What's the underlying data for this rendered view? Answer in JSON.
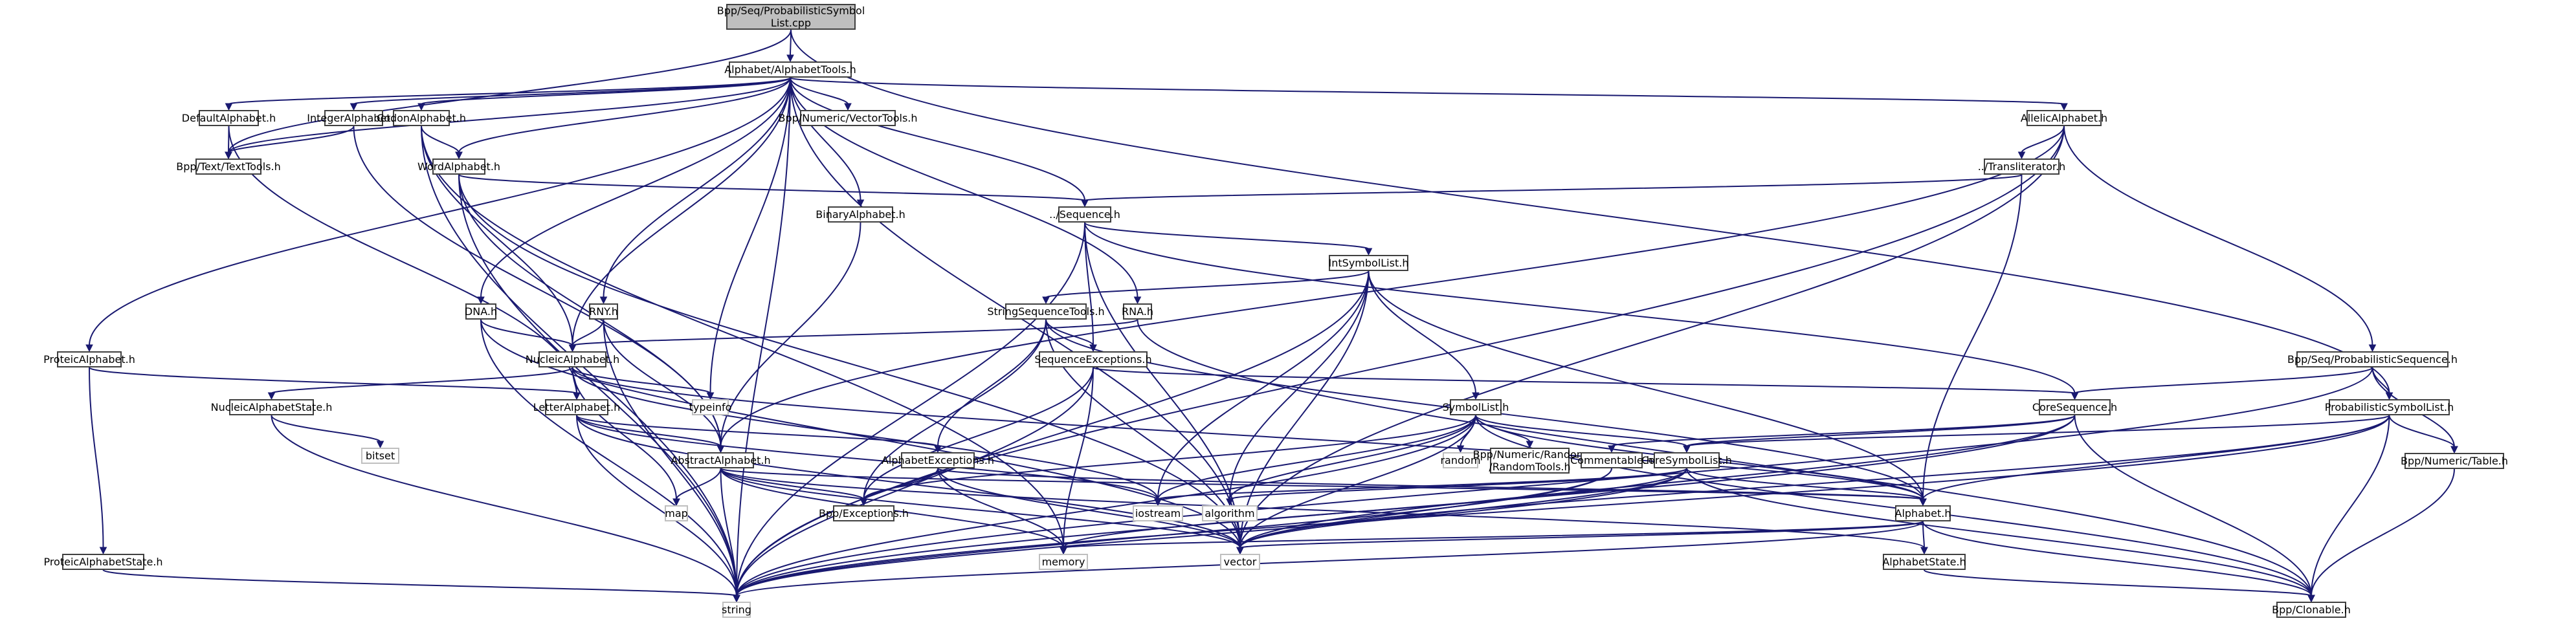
{
  "graph": {
    "title": "Include dependency graph for ProbabilisticSymbolList.cpp",
    "colors": {
      "edge": "#191970",
      "root_fill": "#bfbfbf",
      "node_border": "#404040",
      "system_border": "#bfbfbf"
    },
    "nodes": [
      {
        "id": "root",
        "label": "Bpp/Seq/ProbabilisticSymbol\nList.cpp",
        "kind": "root"
      },
      {
        "id": "alphabettools",
        "label": "Alphabet/AlphabetTools.h",
        "kind": "header"
      },
      {
        "id": "defaultalphabet",
        "label": "DefaultAlphabet.h",
        "kind": "header"
      },
      {
        "id": "integeralphabet",
        "label": "IntegerAlphabet.h",
        "kind": "header"
      },
      {
        "id": "codonalphabet",
        "label": "CodonAlphabet.h",
        "kind": "header"
      },
      {
        "id": "vectortools",
        "label": "Bpp/Numeric/VectorTools.h",
        "kind": "header"
      },
      {
        "id": "allelicalphabet",
        "label": "AllelicAlphabet.h",
        "kind": "header"
      },
      {
        "id": "texttools",
        "label": "Bpp/Text/TextTools.h",
        "kind": "header"
      },
      {
        "id": "wordalphabet",
        "label": "WordAlphabet.h",
        "kind": "header"
      },
      {
        "id": "transliterator",
        "label": "../Transliterator.h",
        "kind": "header"
      },
      {
        "id": "binaryalphabet",
        "label": "BinaryAlphabet.h",
        "kind": "header"
      },
      {
        "id": "sequence",
        "label": "../Sequence.h",
        "kind": "header"
      },
      {
        "id": "intsymbollist",
        "label": "IntSymbolList.h",
        "kind": "header"
      },
      {
        "id": "dna",
        "label": "DNA.h",
        "kind": "header"
      },
      {
        "id": "rny",
        "label": "RNY.h",
        "kind": "header"
      },
      {
        "id": "stringsequencetools",
        "label": "StringSequenceTools.h",
        "kind": "header"
      },
      {
        "id": "rna",
        "label": "RNA.h",
        "kind": "header"
      },
      {
        "id": "proteicalphabet",
        "label": "ProteicAlphabet.h",
        "kind": "header"
      },
      {
        "id": "nucleicalphabet",
        "label": "NucleicAlphabet.h",
        "kind": "header"
      },
      {
        "id": "sequenceexceptions",
        "label": "SequenceExceptions.h",
        "kind": "header"
      },
      {
        "id": "probabilisticsequence",
        "label": "Bpp/Seq/ProbabilisticSequence.h",
        "kind": "header"
      },
      {
        "id": "typeinfo",
        "label": "typeinfo",
        "kind": "system"
      },
      {
        "id": "nucleicalphabetstate",
        "label": "NucleicAlphabetState.h",
        "kind": "header"
      },
      {
        "id": "letteralphabet",
        "label": "LetterAlphabet.h",
        "kind": "header"
      },
      {
        "id": "coresequence",
        "label": "CoreSequence.h",
        "kind": "header"
      },
      {
        "id": "symbollist",
        "label": "SymbolList.h",
        "kind": "header"
      },
      {
        "id": "probabilisticsymbollist",
        "label": "ProbabilisticSymbolList.h",
        "kind": "header"
      },
      {
        "id": "bitset",
        "label": "bitset",
        "kind": "system"
      },
      {
        "id": "abstractalphabet",
        "label": "AbstractAlphabet.h",
        "kind": "header"
      },
      {
        "id": "alphabetexceptions",
        "label": "AlphabetExceptions.h",
        "kind": "header"
      },
      {
        "id": "random",
        "label": "random",
        "kind": "system"
      },
      {
        "id": "randomtools",
        "label": "Bpp/Numeric/Random\n/RandomTools.h",
        "kind": "header"
      },
      {
        "id": "commentable",
        "label": "Commentable.h",
        "kind": "header"
      },
      {
        "id": "coresymbollist",
        "label": "CoreSymbolList.h",
        "kind": "header"
      },
      {
        "id": "table",
        "label": "Bpp/Numeric/Table.h",
        "kind": "header"
      },
      {
        "id": "map",
        "label": "map",
        "kind": "system"
      },
      {
        "id": "exceptions",
        "label": "Bpp/Exceptions.h",
        "kind": "header"
      },
      {
        "id": "iostream",
        "label": "iostream",
        "kind": "system"
      },
      {
        "id": "algorithm",
        "label": "algorithm",
        "kind": "system"
      },
      {
        "id": "alphabet",
        "label": "Alphabet.h",
        "kind": "header"
      },
      {
        "id": "proteicalphabetstate",
        "label": "ProteicAlphabetState.h",
        "kind": "header"
      },
      {
        "id": "memory",
        "label": "memory",
        "kind": "system"
      },
      {
        "id": "vector",
        "label": "vector",
        "kind": "system"
      },
      {
        "id": "alphabetstate",
        "label": "AlphabetState.h",
        "kind": "header"
      },
      {
        "id": "string",
        "label": "string",
        "kind": "system"
      },
      {
        "id": "clonable",
        "label": "Bpp/Clonable.h",
        "kind": "header"
      }
    ],
    "edges": [
      [
        "root",
        "alphabettools"
      ],
      [
        "root",
        "texttools"
      ],
      [
        "root",
        "probabilisticsymbollist"
      ],
      [
        "alphabettools",
        "defaultalphabet"
      ],
      [
        "alphabettools",
        "integeralphabet"
      ],
      [
        "alphabettools",
        "codonalphabet"
      ],
      [
        "alphabettools",
        "vectortools"
      ],
      [
        "alphabettools",
        "allelicalphabet"
      ],
      [
        "alphabettools",
        "texttools"
      ],
      [
        "alphabettools",
        "wordalphabet"
      ],
      [
        "alphabettools",
        "binaryalphabet"
      ],
      [
        "alphabettools",
        "dna"
      ],
      [
        "alphabettools",
        "rny"
      ],
      [
        "alphabettools",
        "rna"
      ],
      [
        "alphabettools",
        "proteicalphabet"
      ],
      [
        "alphabettools",
        "typeinfo"
      ],
      [
        "alphabettools",
        "string"
      ],
      [
        "alphabettools",
        "vector"
      ],
      [
        "alphabettools",
        "nucleicalphabet"
      ],
      [
        "alphabettools",
        "sequence"
      ],
      [
        "defaultalphabet",
        "texttools"
      ],
      [
        "defaultalphabet",
        "letteralphabet"
      ],
      [
        "integeralphabet",
        "texttools"
      ],
      [
        "integeralphabet",
        "abstractalphabet"
      ],
      [
        "codonalphabet",
        "wordalphabet"
      ],
      [
        "codonalphabet",
        "nucleicalphabet"
      ],
      [
        "codonalphabet",
        "string"
      ],
      [
        "codonalphabet",
        "memory"
      ],
      [
        "allelicalphabet",
        "transliterator"
      ],
      [
        "allelicalphabet",
        "abstractalphabet"
      ],
      [
        "allelicalphabet",
        "probabilisticsequence"
      ],
      [
        "allelicalphabet",
        "string"
      ],
      [
        "allelicalphabet",
        "vector"
      ],
      [
        "wordalphabet",
        "sequence"
      ],
      [
        "wordalphabet",
        "abstractalphabet"
      ],
      [
        "wordalphabet",
        "string"
      ],
      [
        "wordalphabet",
        "vector"
      ],
      [
        "transliterator",
        "sequence"
      ],
      [
        "transliterator",
        "alphabet"
      ],
      [
        "binaryalphabet",
        "abstractalphabet"
      ],
      [
        "sequence",
        "intsymbollist"
      ],
      [
        "sequence",
        "sequenceexceptions"
      ],
      [
        "sequence",
        "coresequence"
      ],
      [
        "sequence",
        "string"
      ],
      [
        "sequence",
        "vector"
      ],
      [
        "intsymbollist",
        "stringsequencetools"
      ],
      [
        "intsymbollist",
        "symbollist"
      ],
      [
        "intsymbollist",
        "iostream"
      ],
      [
        "intsymbollist",
        "algorithm"
      ],
      [
        "intsymbollist",
        "vector"
      ],
      [
        "intsymbollist",
        "string"
      ],
      [
        "intsymbollist",
        "alphabet"
      ],
      [
        "dna",
        "nucleicalphabet"
      ],
      [
        "dna",
        "string"
      ],
      [
        "dna",
        "vector"
      ],
      [
        "rny",
        "nucleicalphabet"
      ],
      [
        "rny",
        "abstractalphabet"
      ],
      [
        "rny",
        "string"
      ],
      [
        "stringsequencetools",
        "sequenceexceptions"
      ],
      [
        "stringsequencetools",
        "alphabetexceptions"
      ],
      [
        "stringsequencetools",
        "exceptions"
      ],
      [
        "stringsequencetools",
        "vector"
      ],
      [
        "stringsequencetools",
        "alphabet"
      ],
      [
        "rna",
        "nucleicalphabet"
      ],
      [
        "rna",
        "clonable"
      ],
      [
        "proteicalphabet",
        "letteralphabet"
      ],
      [
        "proteicalphabet",
        "proteicalphabetstate"
      ],
      [
        "nucleicalphabet",
        "nucleicalphabetstate"
      ],
      [
        "nucleicalphabet",
        "letteralphabet"
      ],
      [
        "nucleicalphabet",
        "typeinfo"
      ],
      [
        "nucleicalphabet",
        "map"
      ],
      [
        "nucleicalphabet",
        "iostream"
      ],
      [
        "nucleicalphabet",
        "alphabet"
      ],
      [
        "sequenceexceptions",
        "exceptions"
      ],
      [
        "sequenceexceptions",
        "coresequence"
      ],
      [
        "sequenceexceptions",
        "string"
      ],
      [
        "sequenceexceptions",
        "memory"
      ],
      [
        "probabilisticsequence",
        "coresequence"
      ],
      [
        "probabilisticsequence",
        "probabilisticsymbollist"
      ],
      [
        "probabilisticsequence",
        "table"
      ],
      [
        "probabilisticsequence",
        "string"
      ],
      [
        "nucleicalphabetstate",
        "bitset"
      ],
      [
        "nucleicalphabetstate",
        "string"
      ],
      [
        "letteralphabet",
        "abstractalphabet"
      ],
      [
        "letteralphabet",
        "alphabetexceptions"
      ],
      [
        "letteralphabet",
        "string"
      ],
      [
        "letteralphabet",
        "vector"
      ],
      [
        "letteralphabet",
        "iostream"
      ],
      [
        "coresequence",
        "coresymbollist"
      ],
      [
        "coresequence",
        "commentable"
      ],
      [
        "coresequence",
        "clonable"
      ],
      [
        "coresequence",
        "string"
      ],
      [
        "coresequence",
        "vector"
      ],
      [
        "symbollist",
        "random"
      ],
      [
        "symbollist",
        "randomtools"
      ],
      [
        "symbollist",
        "coresymbollist"
      ],
      [
        "symbollist",
        "exceptions"
      ],
      [
        "symbollist",
        "iostream"
      ],
      [
        "symbollist",
        "algorithm"
      ],
      [
        "symbollist",
        "vector"
      ],
      [
        "symbollist",
        "string"
      ],
      [
        "symbollist",
        "alphabet"
      ],
      [
        "symbollist",
        "clonable"
      ],
      [
        "probabilisticsymbollist",
        "coresymbollist"
      ],
      [
        "probabilisticsymbollist",
        "table"
      ],
      [
        "probabilisticsymbollist",
        "alphabet"
      ],
      [
        "probabilisticsymbollist",
        "vector"
      ],
      [
        "probabilisticsymbollist",
        "string"
      ],
      [
        "probabilisticsymbollist",
        "clonable"
      ],
      [
        "abstractalphabet",
        "map"
      ],
      [
        "abstractalphabet",
        "exceptions"
      ],
      [
        "abstractalphabet",
        "alphabet"
      ],
      [
        "abstractalphabet",
        "alphabetstate"
      ],
      [
        "abstractalphabet",
        "string"
      ],
      [
        "abstractalphabet",
        "vector"
      ],
      [
        "abstractalphabet",
        "memory"
      ],
      [
        "alphabetexceptions",
        "exceptions"
      ],
      [
        "alphabetexceptions",
        "memory"
      ],
      [
        "alphabetexceptions",
        "vector"
      ],
      [
        "alphabetexceptions",
        "alphabet"
      ],
      [
        "commentable",
        "string"
      ],
      [
        "commentable",
        "vector"
      ],
      [
        "coresymbollist",
        "alphabet"
      ],
      [
        "coresymbollist",
        "clonable"
      ],
      [
        "coresymbollist",
        "iostream"
      ],
      [
        "coresymbollist",
        "algorithm"
      ],
      [
        "coresymbollist",
        "vector"
      ],
      [
        "coresymbollist",
        "string"
      ],
      [
        "coresymbollist",
        "memory"
      ],
      [
        "alphabet",
        "alphabetstate"
      ],
      [
        "alphabet",
        "string"
      ],
      [
        "alphabet",
        "vector"
      ],
      [
        "alphabet",
        "memory"
      ],
      [
        "alphabet",
        "clonable"
      ],
      [
        "proteicalphabetstate",
        "string"
      ],
      [
        "alphabetstate",
        "clonable"
      ],
      [
        "table",
        "clonable"
      ]
    ]
  }
}
